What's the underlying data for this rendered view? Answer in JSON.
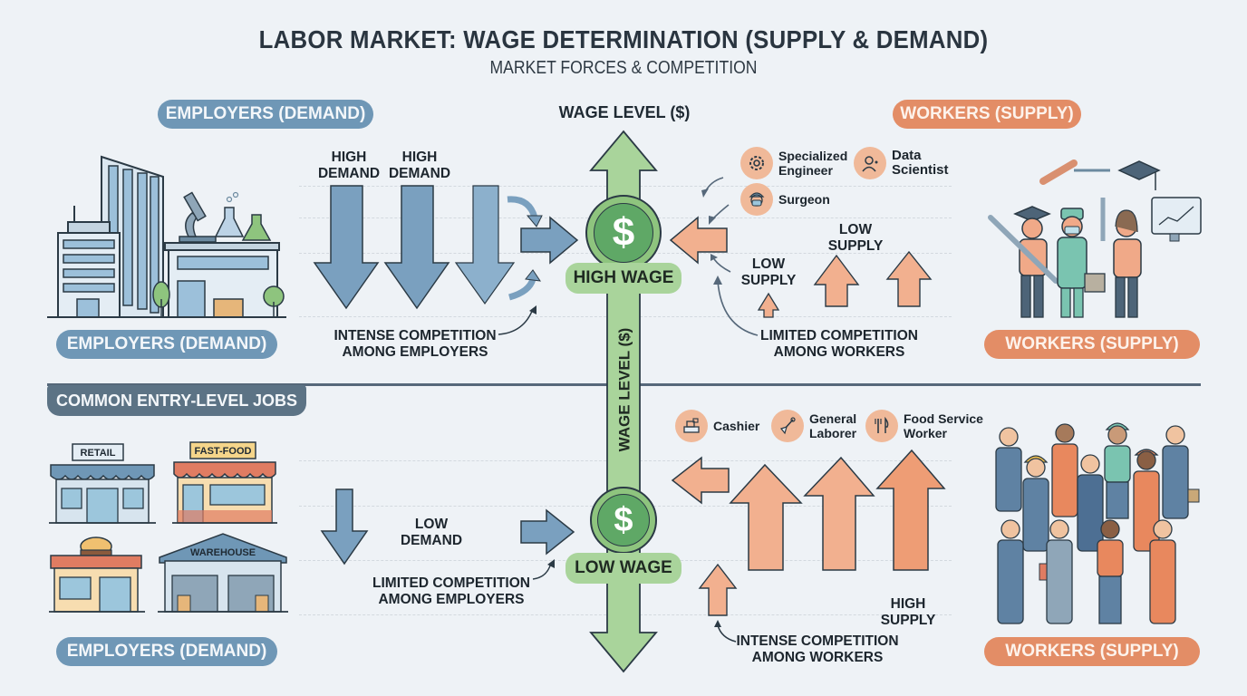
{
  "header": {
    "title": "LABOR MARKET: WAGE DETERMINATION (SUPPLY & DEMAND)",
    "subtitle": "MARKET FORCES & COMPETITION"
  },
  "axis": {
    "top_label": "WAGE LEVEL ($)",
    "vertical_label": "WAGE LEVEL ($)",
    "high_wage": "HIGH WAGE",
    "low_wage": "LOW WAGE",
    "currency_symbol": "$"
  },
  "top_section": {
    "employers_pill_top": "EMPLOYERS (DEMAND)",
    "employers_pill_bottom": "EMPLOYERS (DEMAND)",
    "workers_pill_top": "WORKERS (SUPPLY)",
    "workers_pill_bottom": "WORKERS (SUPPLY)",
    "demand_labels": [
      "HIGH\nDEMAND",
      "HIGH\nDEMAND"
    ],
    "demand_label_1": "HIGH DEMAND",
    "demand_label_2": "HIGH DEMAND",
    "employer_competition": "INTENSE COMPETITION AMONG EMPLOYERS",
    "supply_label_1": "LOW SUPPLY",
    "supply_label_2": "LOW SUPPLY",
    "worker_competition": "LIMITED COMPETITION AMONG WORKERS",
    "jobs": [
      {
        "label": "Specialized Engineer",
        "icon": "gear-icon"
      },
      {
        "label": "Data Scientist",
        "icon": "scientist-icon"
      },
      {
        "label": "Surgeon",
        "icon": "surgeon-icon"
      }
    ],
    "illustration_employers": "office-and-lab-buildings",
    "illustration_workers": "skilled-professionals"
  },
  "bottom_section": {
    "section_tab": "COMMON ENTRY-LEVEL JOBS",
    "store_signs": [
      "RETAIL",
      "FAST-FOOD",
      "WAREHOUSE"
    ],
    "employers_pill": "EMPLOYERS (DEMAND)",
    "workers_pill": "WORKERS (SUPPLY)",
    "demand_label": "LOW DEMAND",
    "employer_competition": "LIMITED COMPETITION AMONG EMPLOYERS",
    "supply_label": "HIGH SUPPLY",
    "worker_competition": "INTENSE COMPETITION AMONG WORKERS",
    "jobs": [
      {
        "label": "Cashier",
        "icon": "cash-register-icon"
      },
      {
        "label": "General Laborer",
        "icon": "shovel-icon"
      },
      {
        "label": "Food Service Worker",
        "icon": "fork-knife-icon"
      }
    ]
  },
  "colors": {
    "background": "#eef2f6",
    "demand_blue": "#6f97b6",
    "supply_orange": "#e38d66",
    "wage_green": "#a9d49b",
    "coin_green": "#5fa866",
    "divider": "#56687a"
  }
}
